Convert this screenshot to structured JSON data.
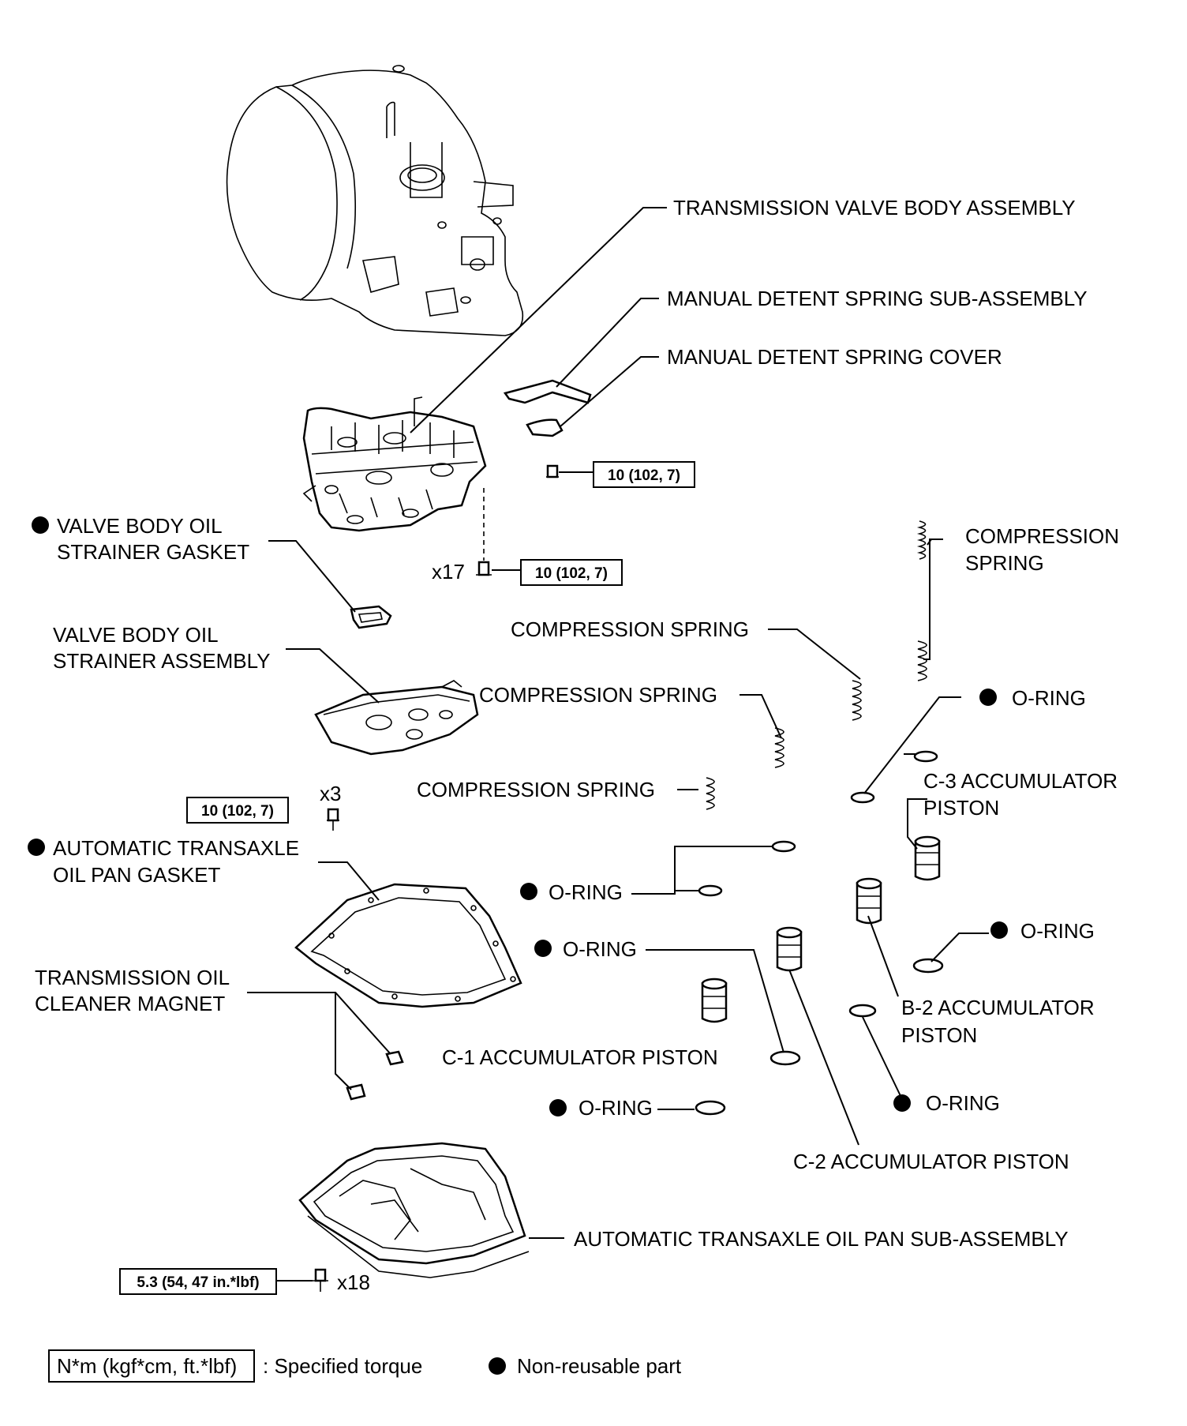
{
  "labels": {
    "valve_body_assembly": "TRANSMISSION VALVE BODY ASSEMBLY",
    "detent_spring_sub": "MANUAL DETENT SPRING SUB-ASSEMBLY",
    "detent_spring_cover": "MANUAL DETENT SPRING COVER",
    "strainer_gasket_l1": "VALVE BODY OIL",
    "strainer_gasket_l2": "STRAINER GASKET",
    "strainer_assembly_l1": "VALVE BODY OIL",
    "strainer_assembly_l2": "STRAINER ASSEMBLY",
    "compression_spring_right_l1": "COMPRESSION",
    "compression_spring_right_l2": "SPRING",
    "compression_spring_a": "COMPRESSION SPRING",
    "compression_spring_b": "COMPRESSION SPRING",
    "compression_spring_c": "COMPRESSION SPRING",
    "oring_top_right": "O-RING",
    "c3_piston_l1": "C-3 ACCUMULATOR",
    "c3_piston_l2": "PISTON",
    "pan_gasket_l1": "AUTOMATIC TRANSAXLE",
    "pan_gasket_l2": "OIL PAN GASKET",
    "oring_mid_a": "O-RING",
    "oring_right_b": "O-RING",
    "oring_mid_b": "O-RING",
    "magnet_l1": "TRANSMISSION OIL",
    "magnet_l2": "CLEANER MAGNET",
    "b2_piston_l1": "B-2 ACCUMULATOR",
    "b2_piston_l2": "PISTON",
    "c1_piston": "C-1 ACCUMULATOR PISTON",
    "oring_bottom_right": "O-RING",
    "oring_bottom": "O-RING",
    "c2_piston": "C-2 ACCUMULATOR PISTON",
    "oil_pan_sub": "AUTOMATIC TRANSAXLE OIL PAN SUB-ASSEMBLY"
  },
  "torques": {
    "detent_bolt": "10 (102, 7)",
    "valve_body_bolt": "10 (102, 7)",
    "strainer_bolt": "10 (102, 7)",
    "oil_pan_bolt": "5.3 (54, 47 in.*lbf)"
  },
  "quantities": {
    "valve_body_bolt": "x17",
    "strainer_bolt": "x3",
    "oil_pan_bolt": "x18"
  },
  "legend": {
    "torque_box": "N*m (kgf*cm, ft.*lbf)",
    "torque_desc": ": Specified torque",
    "nonreusable_desc": "Non-reusable part"
  }
}
